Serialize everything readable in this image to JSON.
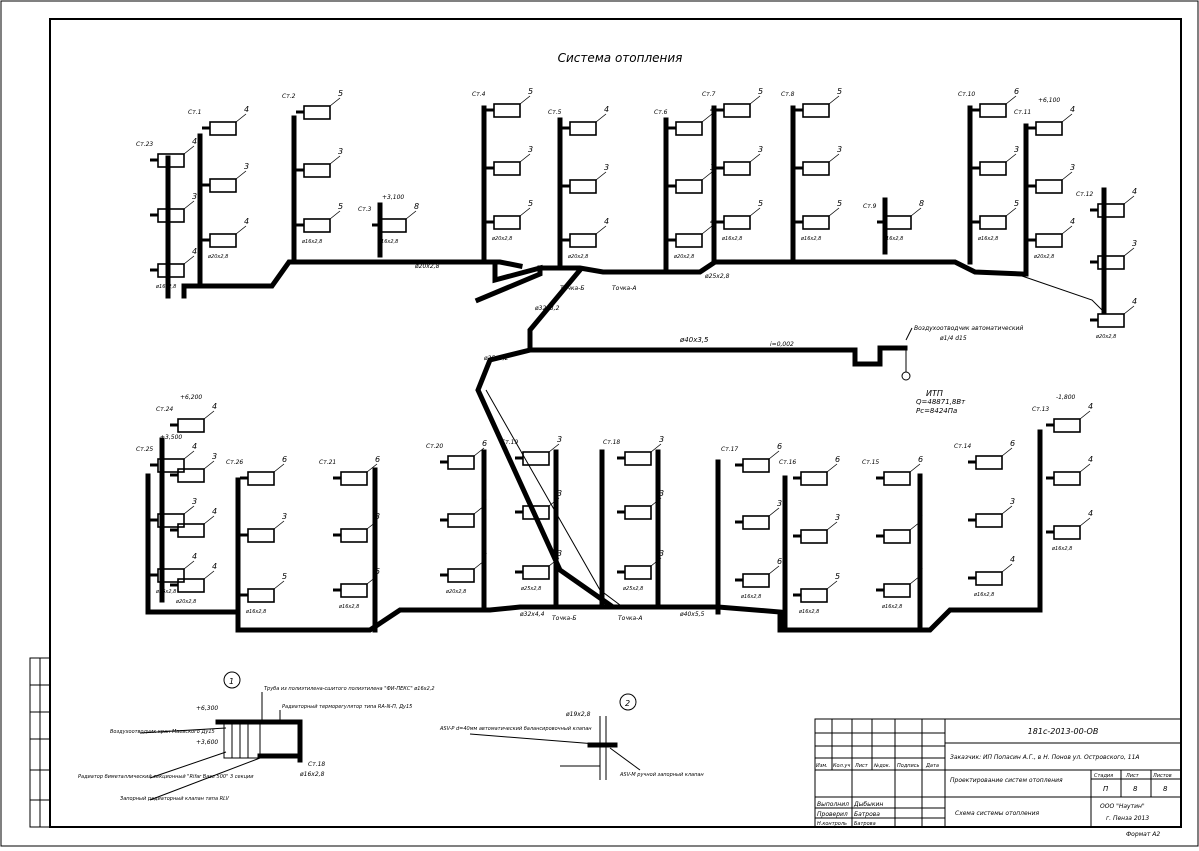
{
  "drawing": {
    "title": "Система отопления",
    "upper_risers": [
      {
        "id": "Ст.23",
        "v": [
          "4",
          "3",
          "4"
        ],
        "d": "ø16х2,8"
      },
      {
        "id": "Ст.1",
        "v": [
          "4",
          "3",
          "4"
        ],
        "d": "ø20х2,8"
      },
      {
        "id": "Ст.2",
        "v": [
          "5",
          "3",
          "5"
        ],
        "d": "ø16х2,8"
      },
      {
        "id": "Ст.3",
        "v": [
          "8"
        ],
        "d": "ø16х2,8",
        "mark": "+3,100"
      },
      {
        "id": "Ст.4",
        "v": [
          "5",
          "3",
          "5"
        ],
        "d": "ø20х2,8"
      },
      {
        "id": "Ст.5",
        "v": [
          "4",
          "3",
          "4"
        ],
        "d": "ø20х2,8"
      },
      {
        "id": "Ст.6",
        "v": [
          "4",
          "3",
          "4"
        ],
        "d": "ø20х2,8"
      },
      {
        "id": "Ст.7",
        "v": [
          "5",
          "3",
          "5"
        ],
        "d": "ø16х2,8"
      },
      {
        "id": "Ст.8",
        "v": [
          "5",
          "3",
          "5"
        ],
        "d": "ø16х2,8"
      },
      {
        "id": "Ст.9",
        "v": [
          "8"
        ],
        "d": "ø16х2,8"
      },
      {
        "id": "Ст.10",
        "v": [
          "6",
          "3",
          "5"
        ],
        "d": "ø16х2,8"
      },
      {
        "id": "Ст.11",
        "v": [
          "4",
          "3",
          "4"
        ],
        "d": "ø20х2,8",
        "mark": "+6,100"
      },
      {
        "id": "Ст.12",
        "v": [
          "4",
          "3",
          "4"
        ],
        "d": "ø20х2,8"
      }
    ],
    "lower_risers": [
      {
        "id": "Ст.24",
        "v": [
          "4",
          "3",
          "4",
          "4"
        ],
        "d": "ø20х2,8",
        "mark": "+6,200"
      },
      {
        "id": "Ст.25",
        "v": [
          "4",
          "3",
          "4"
        ],
        "d": "ø16х2,8",
        "mark": "+3,500"
      },
      {
        "id": "Ст.26",
        "v": [
          "6",
          "3",
          "5"
        ],
        "d": "ø16х2,8"
      },
      {
        "id": "Ст.21",
        "v": [
          "6",
          "3",
          "5"
        ],
        "d": "ø16х2,8"
      },
      {
        "id": "Ст.20",
        "v": [
          "6",
          "3",
          "6"
        ],
        "d": "ø20х2,8"
      },
      {
        "id": "Ст.19",
        "v": [
          "3",
          "3",
          "3"
        ],
        "d": "ø25х2,8"
      },
      {
        "id": "Ст.18",
        "v": [
          "3",
          "3",
          "3"
        ],
        "d": "ø25х2,8"
      },
      {
        "id": "Ст.17",
        "v": [
          "6",
          "3",
          "6"
        ],
        "d": "ø16х2,8"
      },
      {
        "id": "Ст.16",
        "v": [
          "6",
          "3",
          "5"
        ],
        "d": "ø16х2,8"
      },
      {
        "id": "Ст.15",
        "v": [
          "6",
          "3",
          "5"
        ],
        "d": "ø16х2,8"
      },
      {
        "id": "Ст.14",
        "v": [
          "6",
          "3",
          "4"
        ],
        "d": "ø16х2,8"
      },
      {
        "id": "Ст.13",
        "v": [
          "4",
          "4",
          "4"
        ],
        "d": "ø16х2,8",
        "mark": "-1,800"
      }
    ],
    "main_pipe_label": "ø40х3,5",
    "slope": "i=0,002",
    "air_valve": "Воздухоотводчик автоматический",
    "air_valve_size": "ø1/4 d15",
    "itp": "ИТП",
    "itp_q": "Q=48871,8Вт",
    "itp_p": "Pс=8424Па",
    "tochka_a": "Точка-А",
    "tochka_b": "Точка-Б",
    "pipe_labels": [
      "ø25х3,2",
      "ø32х3,2",
      "ø20х2,8",
      "ø25х2,8",
      "ø32х4,4",
      "ø40х5,5"
    ],
    "detail1": {
      "num": "1",
      "pipe": "Труба из полиэтилена-сшитого полиэтилена \"ФИ-ПЕКС\" ø16х2,2",
      "thermo": "Радиаторный терморегулятор типа RA-N-П, Ду15",
      "air": "Воздухоотводчик кран Маевского Ду15",
      "radiator": "Радиатор биметаллический секционный \"Rifar Base 500\" 3 секции",
      "shutoff": "Запорный радиаторный клапан типа RLV",
      "mark1": "+6,300",
      "mark2": "+3,600",
      "st": "Ст.18",
      "st_d": "ø16х2,8"
    },
    "detail2": {
      "num": "2",
      "asvp": "ASV-P d=40мм автоматический балансировочный клапан",
      "asvm": "ASV-M ручной запорный клапан",
      "size": "ø19х2,8"
    },
    "stamp": {
      "code": "181с-2013-00-ОВ",
      "customer": "Заказчик: ИП Попасин А.Г., в Н. Понов ул. Островского, 11А",
      "project": "Проектирование систем отопления",
      "stage_h": "Стадия",
      "sheet_h": "Лист",
      "sheets_h": "Листов",
      "stage": "П",
      "sheet": "8",
      "sheets": "8",
      "sheet_name": "Схема системы отопления",
      "org1": "ООО \"Наутин\"",
      "org2": "г. Пенза 2013",
      "format": "Формат А2",
      "role1": "Выполнил",
      "role2": "Проверил",
      "role3": "Н.контроль",
      "name1": "Дыбыкин",
      "name2": "Батрова",
      "name3": "Батрова",
      "cols": [
        "Изм.",
        "Кол.уч",
        "Лист",
        "№док.",
        "Подпись",
        "Дата"
      ]
    }
  }
}
